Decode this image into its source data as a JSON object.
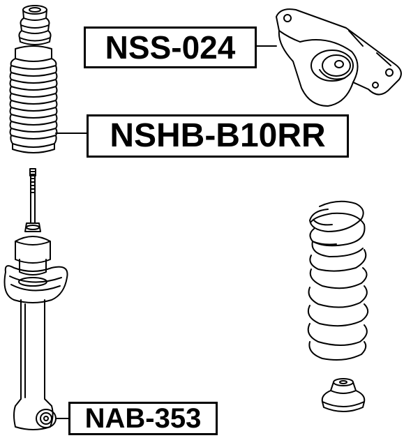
{
  "labels": {
    "mount": "NSS-024",
    "boot": "NSHB-B10RR",
    "bushing": "NAB-353"
  }
}
